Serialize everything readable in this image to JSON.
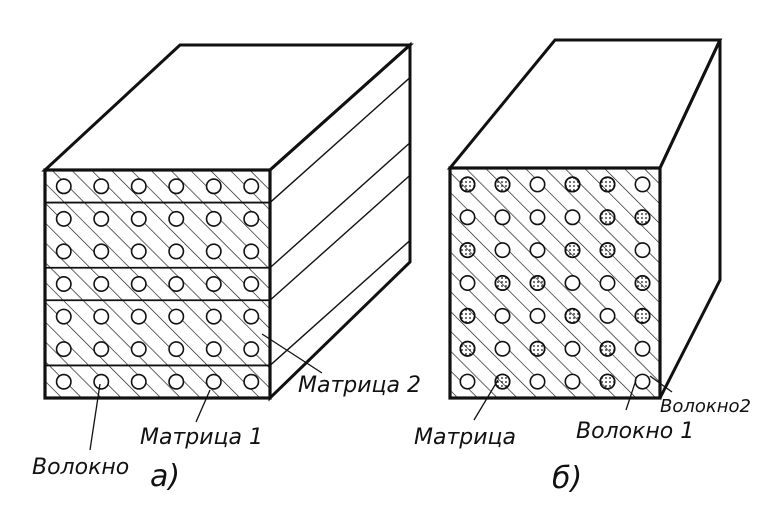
{
  "figure_a": {
    "label_fiber": "Волокно",
    "label_matrix1": "Матрица 1",
    "label_matrix2": "Матрица 2",
    "caption": "а)",
    "layers": [
      {
        "kind": "fiber",
        "rows": 1
      },
      {
        "kind": "fiber",
        "rows": 2
      },
      {
        "kind": "fiber",
        "rows": 1
      },
      {
        "kind": "fiber",
        "rows": 2
      },
      {
        "kind": "fiber",
        "rows": 1
      }
    ],
    "columns": 6
  },
  "figure_b": {
    "label_matrix": "Матрица",
    "label_fiber1": "Волокно 1",
    "label_fiber2": "Волокно2",
    "caption": "б)",
    "grid": [
      [
        2,
        2,
        1,
        2,
        2,
        1
      ],
      [
        1,
        1,
        1,
        1,
        2,
        2
      ],
      [
        2,
        1,
        1,
        2,
        2,
        1
      ],
      [
        1,
        2,
        2,
        1,
        1,
        2
      ],
      [
        2,
        1,
        1,
        2,
        1,
        2
      ],
      [
        2,
        1,
        2,
        1,
        2,
        1
      ],
      [
        1,
        2,
        1,
        1,
        2,
        1
      ]
    ]
  },
  "colors": {
    "ink": "#111111",
    "paper": "#ffffff"
  }
}
